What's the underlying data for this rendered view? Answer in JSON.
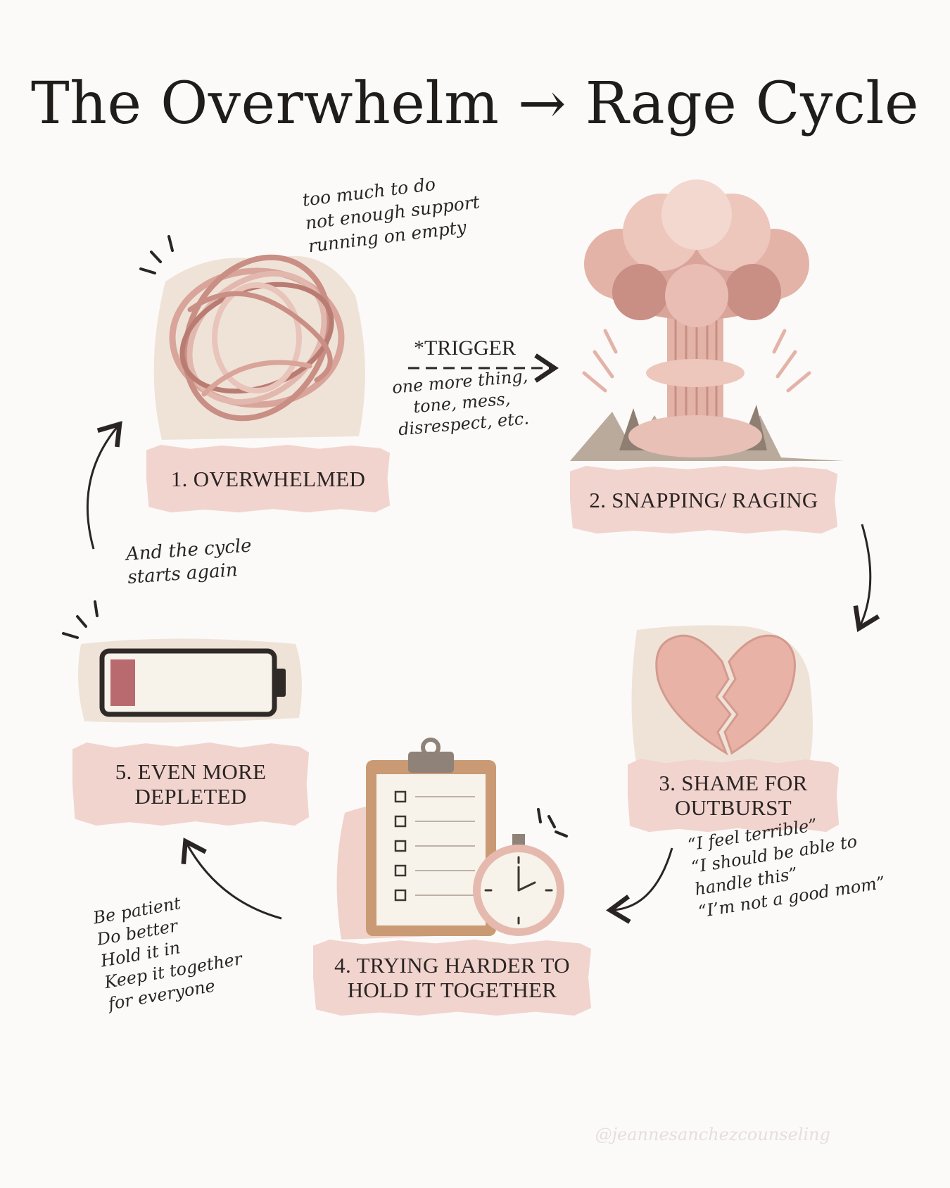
{
  "title": "The Overwhelm → Rage Cycle",
  "stages": [
    {
      "label_lines": [
        "1. OVERWHELMED"
      ]
    },
    {
      "label_lines": [
        "2. SNAPPING/ RAGING"
      ]
    },
    {
      "label_lines": [
        "3. SHAME FOR",
        "OUTBURST"
      ]
    },
    {
      "label_lines": [
        "4. TRYING HARDER TO",
        "HOLD IT TOGETHER"
      ]
    },
    {
      "label_lines": [
        "5. EVEN MORE",
        "DEPLETED"
      ]
    }
  ],
  "notes": {
    "overwhelm": "too much to do\nnot enough support\nrunning on empty",
    "trigger_label": "*TRIGGER",
    "trigger_examples": "one more thing,\ntone, mess,\ndisrespect, etc.",
    "cycle": "And the cycle\nstarts again",
    "shame": "“I feel terrible”\n“I should be able to\nhandle this”\n“I’m not a good mom”",
    "pressure": "Be patient\nDo better\nHold it in\nKeep it together\nfor everyone"
  },
  "watermark": "@jeannesanchezcounseling",
  "colors": {
    "background": "#fbfaf8",
    "label_pink": "#f2d4cf",
    "paper": "#efe3d8",
    "rose": "#d9a49a",
    "ink": "#2a2523"
  },
  "icons": [
    "tangled-yarn-icon",
    "mushroom-cloud-icon",
    "broken-heart-icon",
    "clipboard-checklist-icon",
    "stopwatch-icon",
    "low-battery-icon"
  ]
}
